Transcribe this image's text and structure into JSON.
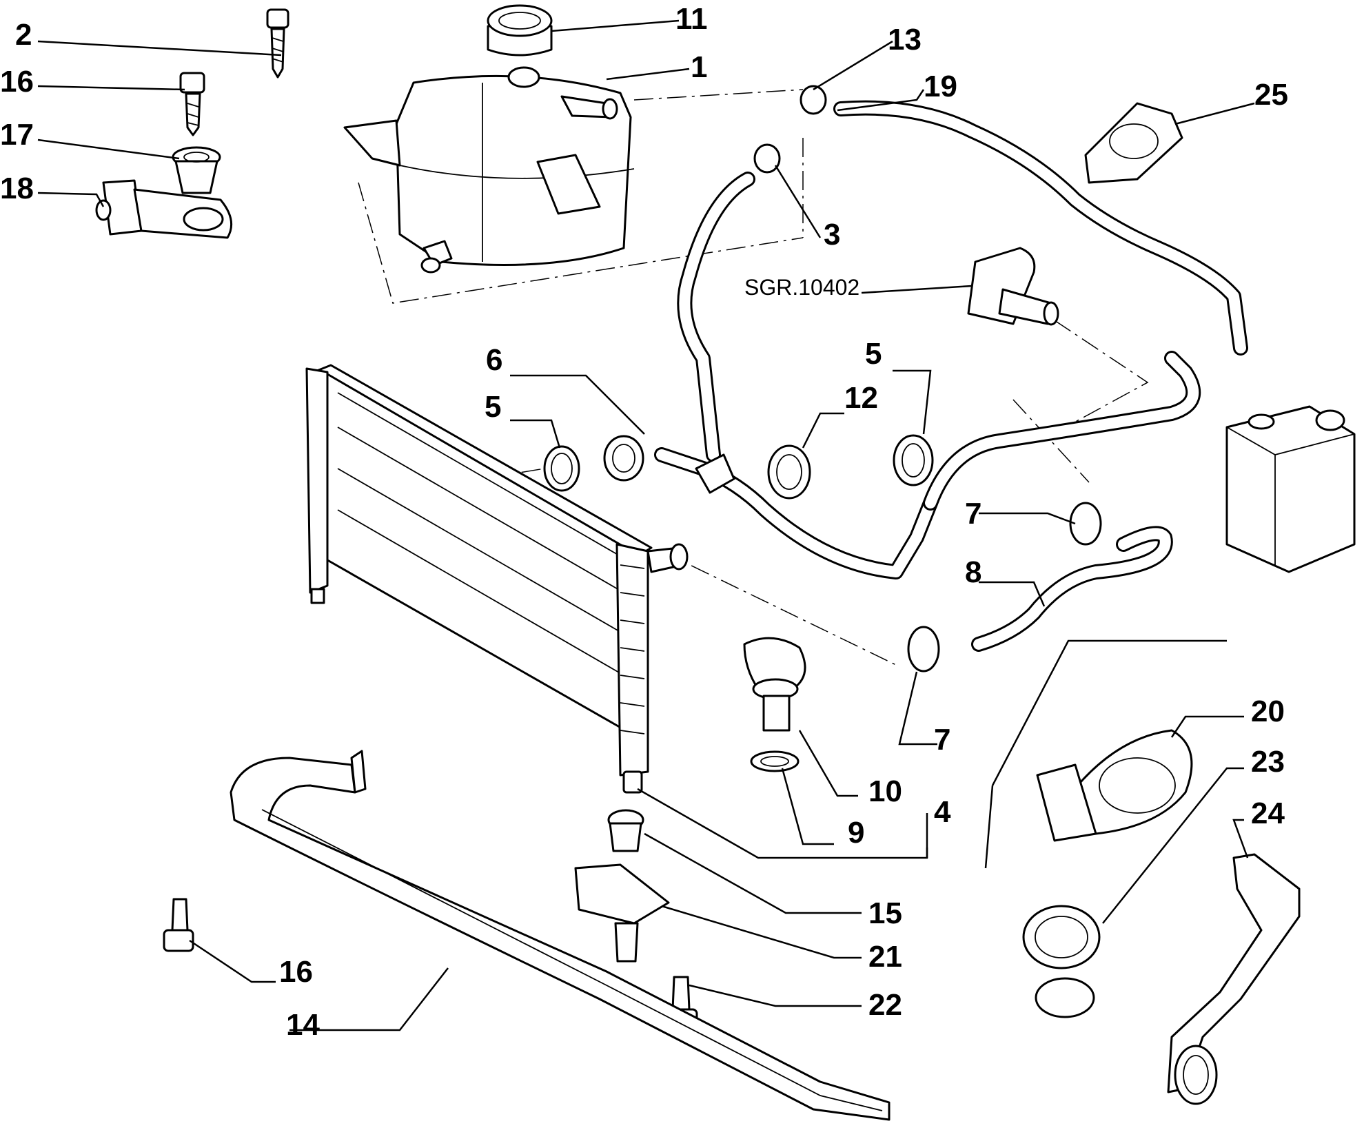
{
  "labels": {
    "p1": "1",
    "p2": "2",
    "p3": "3",
    "p4": "4",
    "p5a": "5",
    "p5b": "5",
    "p6": "6",
    "p7a": "7",
    "p7b": "7",
    "p8": "8",
    "p9": "9",
    "p10": "10",
    "p11": "11",
    "p12": "12",
    "p13": "13",
    "p14": "14",
    "p15": "15",
    "p16a": "16",
    "p16b": "16",
    "p17": "17",
    "p18": "18",
    "p19": "19",
    "p20": "20",
    "p21": "21",
    "p22": "22",
    "p23": "23",
    "p24": "24",
    "p25": "25",
    "ref": "SGR.10402"
  },
  "colors": {
    "ink": "#000000",
    "paper": "#ffffff"
  }
}
